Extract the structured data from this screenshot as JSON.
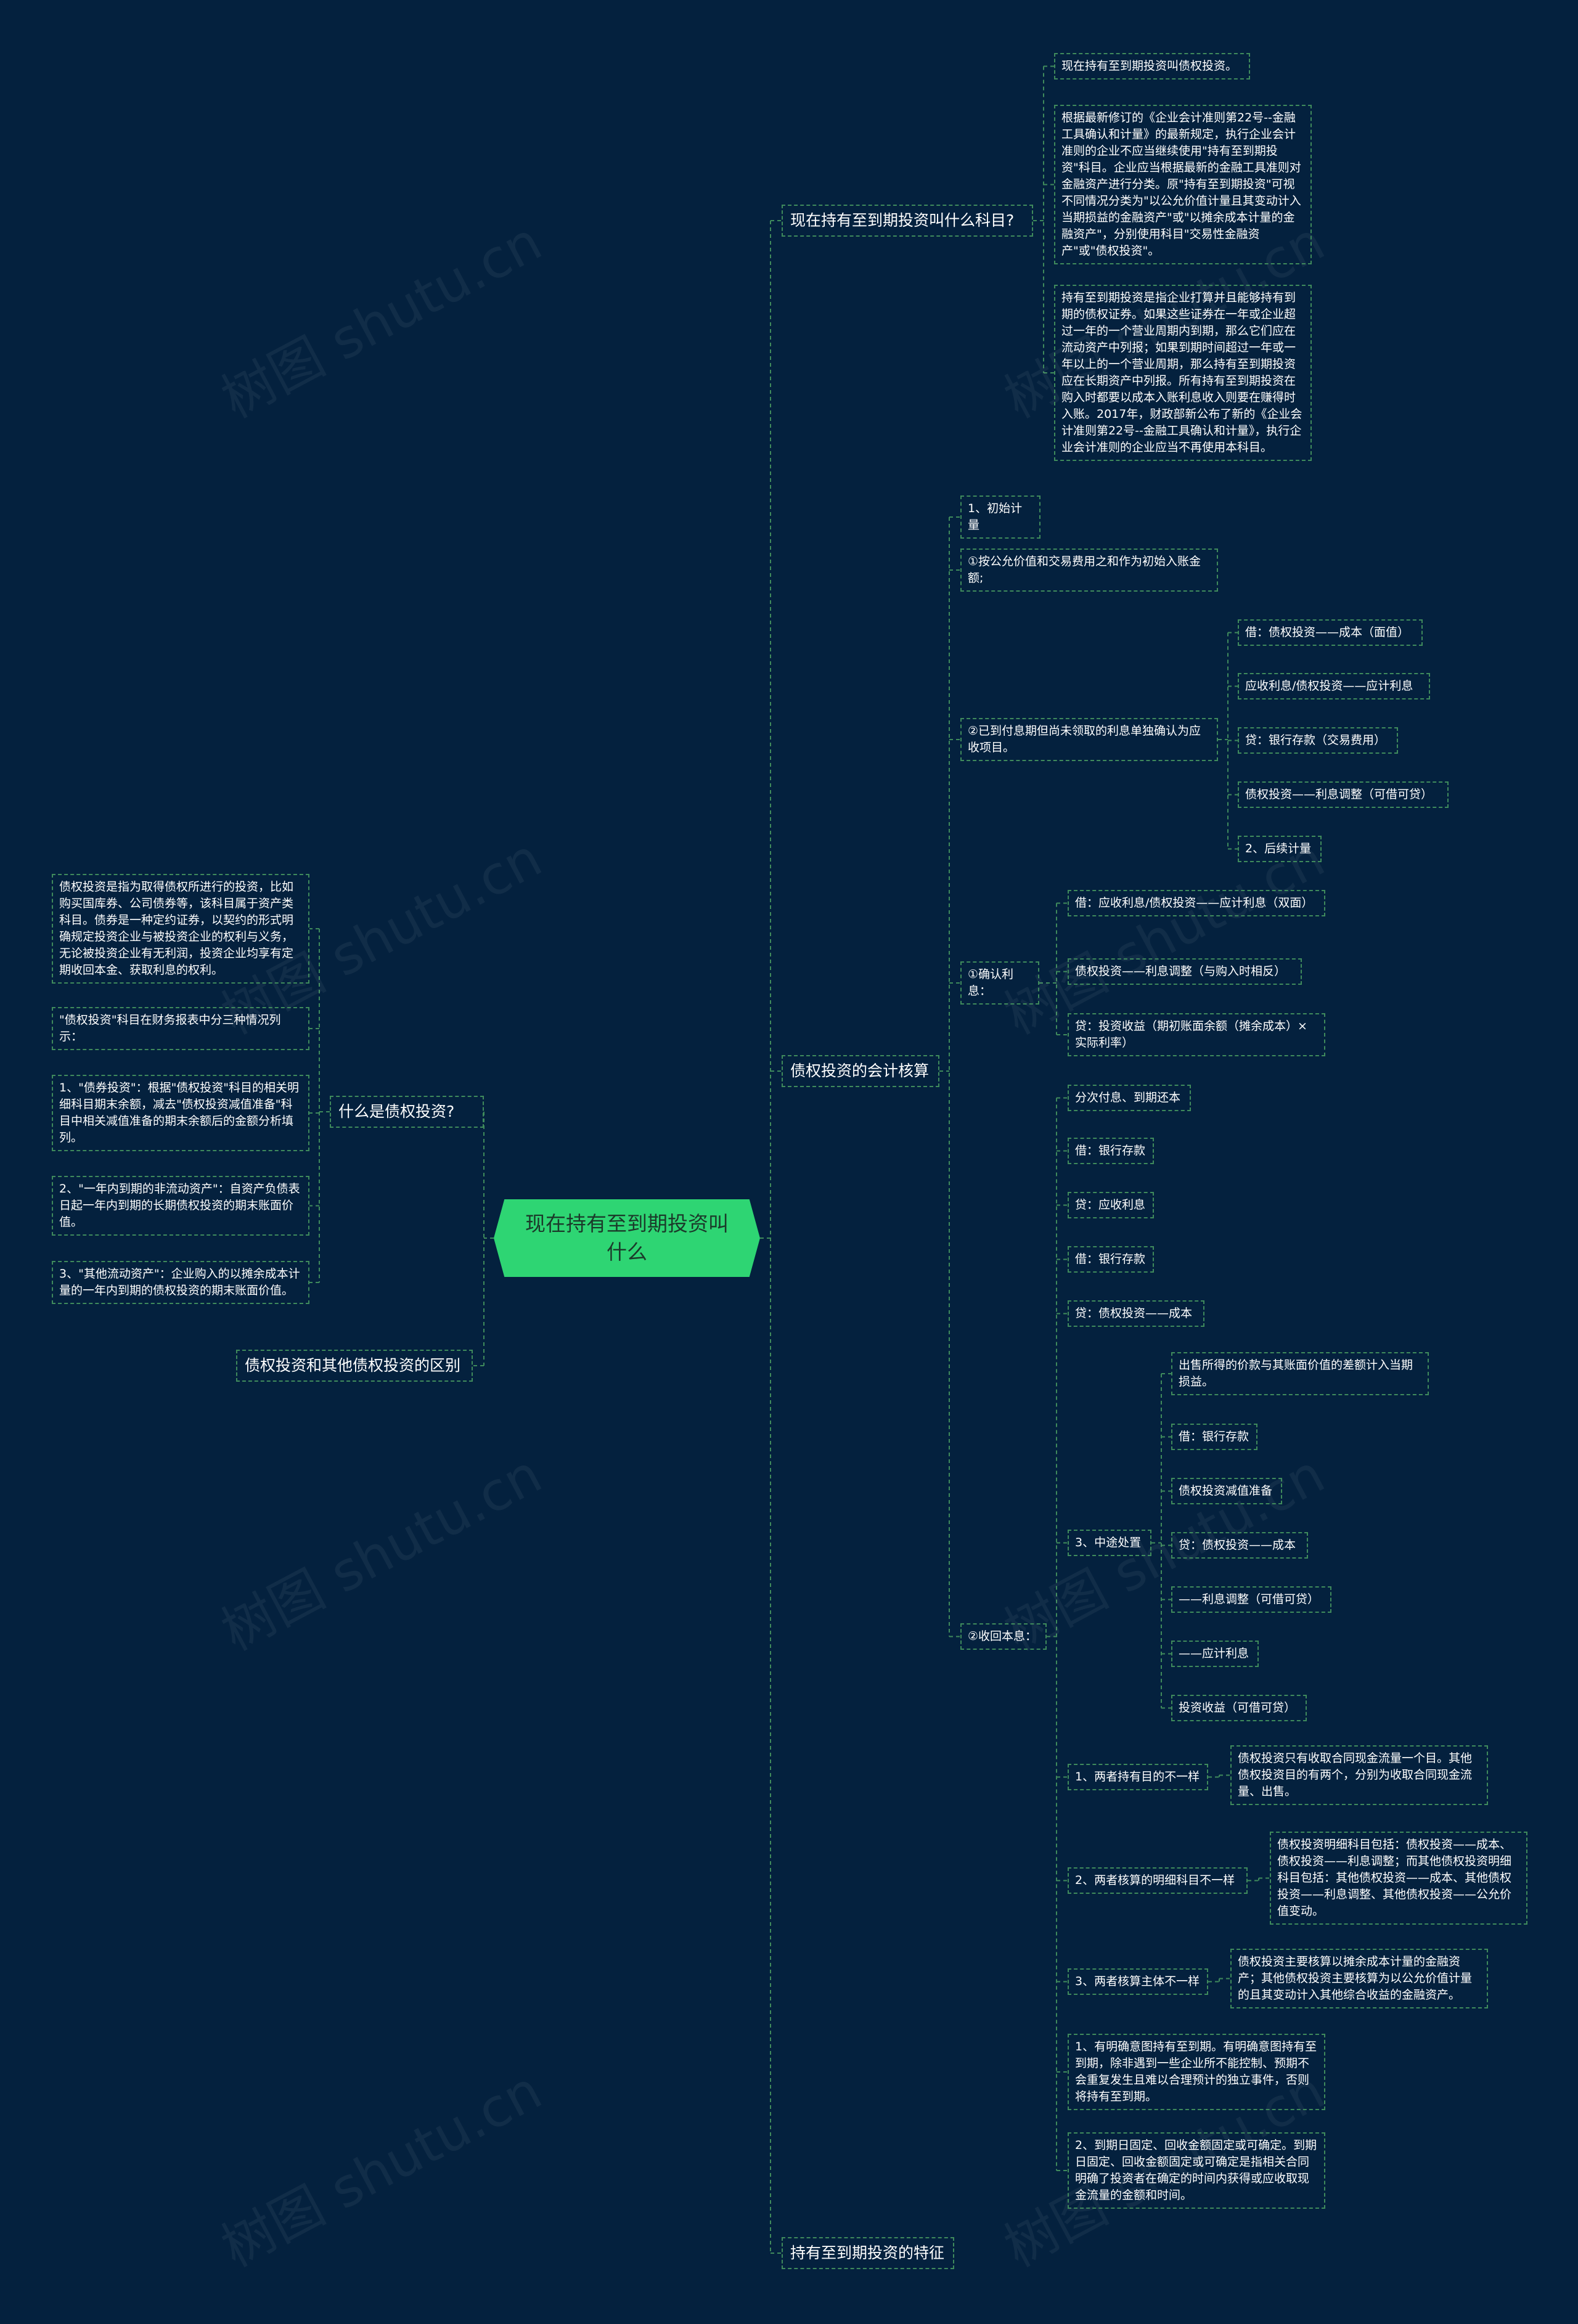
{
  "root": "现在持有至到期投资叫什么",
  "watermark": "树图 shutu.cn",
  "branches": {
    "b1": "现在持有至到期投资叫什么科目?",
    "b2": "债权投资的会计核算",
    "b3": "持有至到期投资的特征",
    "l1": "什么是债权投资?",
    "l2": "债权投资和其他债权投资的区别"
  },
  "nodes": {
    "b1n1": "现在持有至到期投资叫债权投资。",
    "b1n2": "根据最新修订的《企业会计准则第22号--金融工具确认和计量》的最新规定，执行企业会计准则的企业不应当继续使用\"持有至到期投资\"科目。企业应当根据最新的金融工具准则对金融资产进行分类。原\"持有至到期投资\"可视不同情况分类为\"以公允价值计量且其变动计入当期损益的金融资产\"或\"以摊余成本计量的金融资产\"，分别使用科目\"交易性金融资产\"或\"债权投资\"。",
    "b1n3": "持有至到期投资是指企业打算并且能够持有到期的债权证券。如果这些证券在一年或企业超过一年的一个营业周期内到期，那么它们应在流动资产中列报；如果到期时间超过一年或一年以上的一个营业周期，那么持有至到期投资应在长期资产中列报。所有持有至到期投资在购入时都要以成本入账利息收入则要在赚得时入账。2017年，财政部新公布了新的《企业会计准则第22号--金融工具确认和计量》，执行企业会计准则的企业应当不再使用本科目。",
    "c1": "1、初始计量",
    "c2": "①按公允价值和交易费用之和作为初始入账金额;",
    "c3": "②已到付息期但尚未领取的利息单独确认为应收项目。",
    "c3a": "借：债权投资——成本（面值）",
    "c3b": "应收利息/债权投资——应计利息",
    "c3c": "贷：银行存款（交易费用）",
    "c3d": "债权投资——利息调整（可借可贷）",
    "c3e": "2、后续计量",
    "c4": "①确认利息：",
    "c4a": "借：应收利息/债权投资——应计利息（双面）",
    "c4b": "债权投资——利息调整（与购入时相反）",
    "c4c": "贷：投资收益（期初账面余额（摊余成本）×实际利率）",
    "c5": "②收回本息：",
    "c5a": "分次付息、到期还本",
    "c5b": "借：银行存款",
    "c5c": "贷：应收利息",
    "c5d": "借：银行存款",
    "c5e": "贷：债权投资——成本",
    "c5f": "3、中途处置",
    "c5f1": "出售所得的价款与其账面价值的差额计入当期损益。",
    "c5f2": "借：银行存款",
    "c5f3": "债权投资减值准备",
    "c5f4": "贷：债权投资——成本",
    "c5f5": "——利息调整（可借可贷）",
    "c5f6": "——应计利息",
    "c5f7": "投资收益（可借可贷）",
    "d1": "1、两者持有目的不一样",
    "d1a": "债权投资只有收取合同现金流量一个目。其他债权投资目的有两个，分别为收取合同现金流量、出售。",
    "d2": "2、两者核算的明细科目不一样",
    "d2a": "债权投资明细科目包括：债权投资——成本、债权投资——利息调整；而其他债权投资明细科目包括：其他债权投资——成本、其他债权投资——利息调整、其他债权投资——公允价值变动。",
    "d3": "3、两者核算主体不一样",
    "d3a": "债权投资主要核算以摊余成本计量的金融资产；其他债权投资主要核算为以公允价值计量的且其变动计入其他综合收益的金融资产。",
    "e1": "1、有明确意图持有至到期。有明确意图持有至到期，除非遇到一些企业所不能控制、预期不会重复发生且难以合理预计的独立事件，否则将持有至到期。",
    "e2": "2、到期日固定、回收金额固定或可确定。到期日固定、回收金额固定或可确定是指相关合同明确了投资者在确定的时间内获得或应收取现金流量的金额和时间。",
    "l1a": "债权投资是指为取得债权所进行的投资，比如购买国库券、公司债券等，该科目属于资产类科目。债券是一种定约证券，以契约的形式明确规定投资企业与被投资企业的权利与义务，无论被投资企业有无利润，投资企业均享有定期收回本金、获取利息的权利。",
    "l1b": "\"债权投资\"科目在财务报表中分三种情况列示：",
    "l1c": "1、\"债券投资\"：根据\"债权投资\"科目的相关明细科目期末余额，减去\"债权投资减值准备\"科目中相关减值准备的期末余额后的金额分析填列。",
    "l1d": "2、\"一年内到期的非流动资产\"：自资产负债表日起一年内到期的长期债权投资的期末账面价值。",
    "l1e": "3、\"其他流动资产\"：企业购入的以摊余成本计量的一年内到期的债权投资的期末账面价值。"
  },
  "colors": {
    "background": "#04213e",
    "root": "#2ed573",
    "border": "#3f8a5c",
    "line": "#3f8a5c",
    "text": "#ffffff"
  }
}
